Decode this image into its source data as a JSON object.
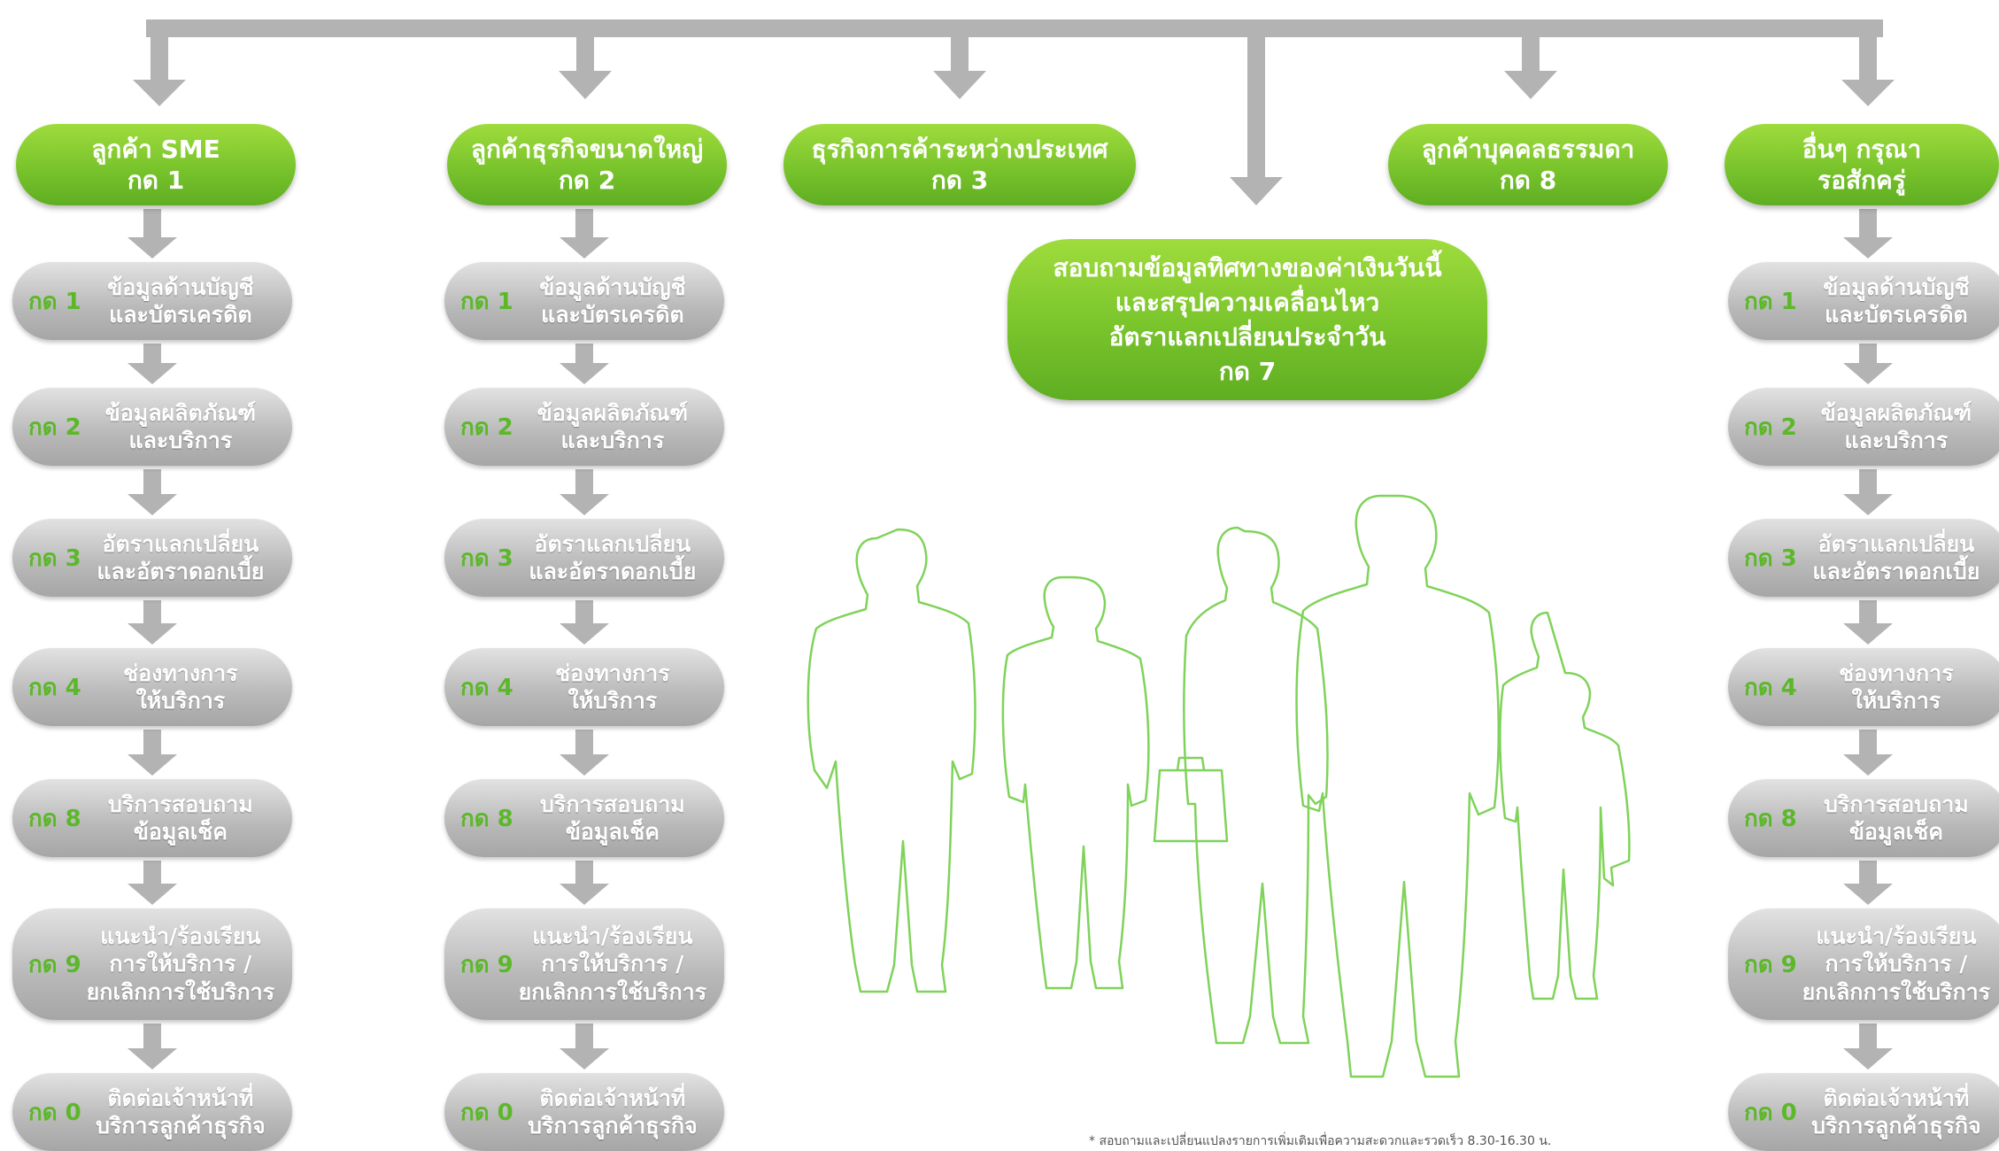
{
  "top_options": [
    {
      "lines": [
        "ลูกค้า SME",
        "กด 1"
      ]
    },
    {
      "lines": [
        "ลูกค้าธุรกิจขนาดใหญ่",
        "กด 2"
      ]
    },
    {
      "lines": [
        "ธุรกิจการค้าระหว่างประเทศ",
        "กด 3"
      ]
    },
    {
      "lines": [
        "ลูกค้าบุคคลธรรมดา",
        "กด 8"
      ]
    },
    {
      "lines": [
        "อื่นๆ กรุณา",
        "รอสักครู่"
      ]
    }
  ],
  "center_box": {
    "lines": [
      "สอบถามข้อมูลทิศทางของค่าเงินวันนี้",
      "และสรุปความเคลื่อนไหว",
      "อัตราแลกเปลี่ยนประจำวัน",
      "กด 7"
    ]
  },
  "submenu": [
    {
      "key": "กด 1",
      "lines": [
        "ข้อมูลด้านบัญชี",
        "และบัตรเครดิต"
      ]
    },
    {
      "key": "กด 2",
      "lines": [
        "ข้อมูลผลิตภัณฑ์",
        "และบริการ"
      ]
    },
    {
      "key": "กด 3",
      "lines": [
        "อัตราแลกเปลี่ยน",
        "และอัตราดอกเบี้ย"
      ]
    },
    {
      "key": "กด 4",
      "lines": [
        "ช่องทางการ",
        "ให้บริการ"
      ]
    },
    {
      "key": "กด 8",
      "lines": [
        "บริการสอบถาม",
        "ข้อมูลเช็ค"
      ]
    },
    {
      "key": "กด 9",
      "lines": [
        "แนะนำ/ร้องเรียน",
        "การให้บริการ /",
        "ยกเลิกการใช้บริการ"
      ]
    },
    {
      "key": "กด 0",
      "lines": [
        "ติดต่อเจ้าหน้าที่",
        "บริการลูกค้าธุรกิจ"
      ]
    }
  ],
  "footnote": "* สอบถามและเปลี่ยนแปลงรายการเพิ่มเติมเพื่อความสะดวกและรวดเร็ว 8.30-16.30 น.",
  "colors": {
    "green": "#79c42c",
    "gray": "#b8b8b8",
    "arrow": "#b3b3b3",
    "outline": "#7fd35a"
  }
}
